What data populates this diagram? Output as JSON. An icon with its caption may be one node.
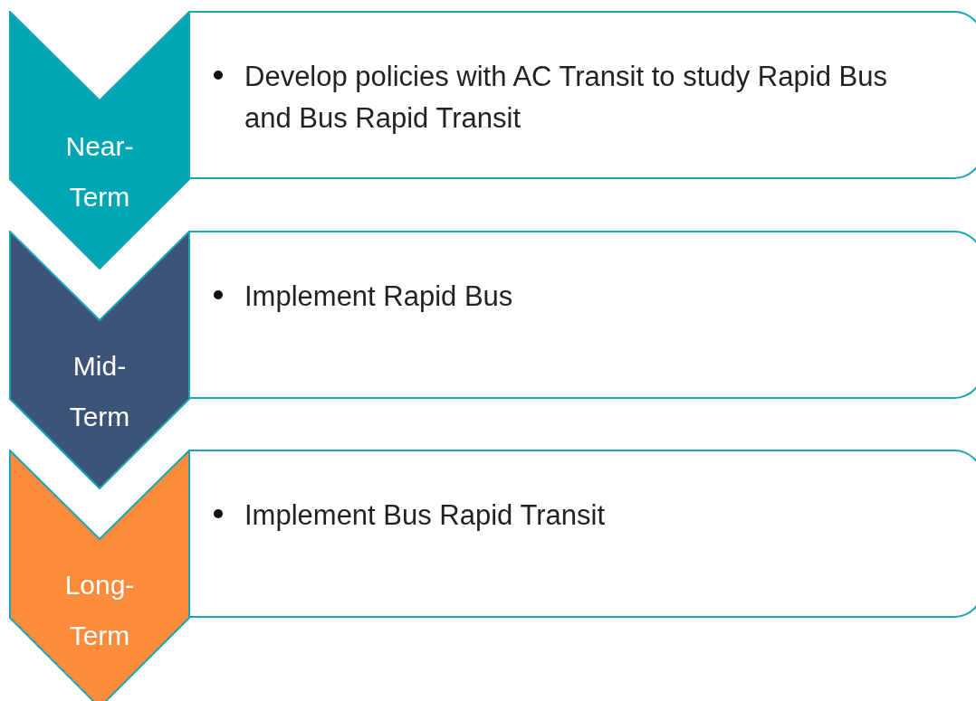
{
  "diagram": {
    "nodes": [
      {
        "text": [
          "Near-Term"
        ]
      },
      {
        "text": [
          "Develop policies with AC Transit to study Rapid Bus and Bus Rapid Transit"
        ]
      },
      {
        "text": [
          "Mid-Term"
        ]
      },
      {
        "text": [
          "Implement Rapid Bus"
        ]
      },
      {
        "text": [
          "Long-Term"
        ]
      },
      {
        "text": [
          "Implement Bus Rapid Transit"
        ]
      }
    ]
  }
}
